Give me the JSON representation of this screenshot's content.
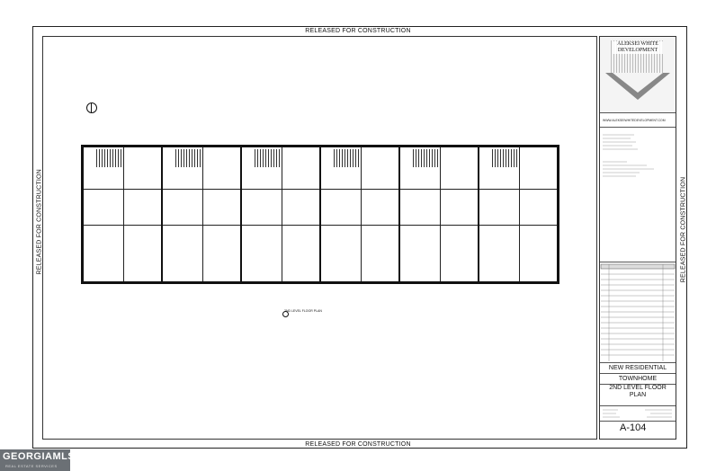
{
  "stamps": {
    "top": "RELEASED FOR CONSTRUCTION",
    "bottom": "RELEASED FOR CONSTRUCTION",
    "left": "RELEASED FOR CONSTRUCTION",
    "right": "RELEASED FOR CONSTRUCTION"
  },
  "title_block": {
    "logo": "ALEKSEI WHITE DEVELOPMENT",
    "website": "WWW.ALEKSEIWHITEDEVELOPMENT.COM",
    "project_line1": "NEW RESIDENTIAL",
    "project_line2": "TOWNHOME",
    "sheet_title_line1": "2ND LEVEL FLOOR",
    "sheet_title_line2": "PLAN",
    "sheet_number": "A-104"
  },
  "plan": {
    "caption": "2ND LEVEL FLOOR PLAN",
    "unit_count": 6
  },
  "watermark": {
    "brand": "GEORGIAMLS",
    "tagline": "REAL ESTATE SERVICES"
  }
}
